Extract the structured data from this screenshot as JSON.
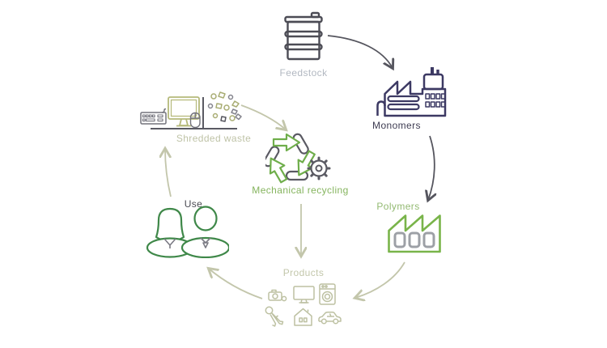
{
  "diagram": {
    "type": "circular-process-flow",
    "subject": "plastics mechanical recycling loop",
    "nodes": {
      "feedstock": {
        "label": "Feedstock",
        "icon": "oil-drum-icon",
        "label_color": "#b2b8c1"
      },
      "monomers": {
        "label": "Monomers",
        "icon": "factory-icon",
        "label_color": "#3e3c52"
      },
      "polymers": {
        "label": "Polymers",
        "icon": "factory-icon",
        "label_color": "#93ba72"
      },
      "products": {
        "label": "Products",
        "icon": "product-set-icons",
        "label_color": "#c3c7ab"
      },
      "use": {
        "label": "Use",
        "icon": "people-icon",
        "label_color": "#4a4a52"
      },
      "shredded_waste": {
        "label": "Shredded waste",
        "icon": "workstation-shred-icon",
        "label_color": "#bfc3a7"
      },
      "mechanical_recycling": {
        "label": "Mechanical recycling",
        "icon": "recycle-gear-icon",
        "label_color": "#85b45e"
      }
    },
    "product_items": [
      "camera",
      "tv-monitor",
      "washing-machine",
      "keys",
      "house",
      "car"
    ],
    "edges": [
      {
        "from": "feedstock",
        "to": "monomers",
        "style": "dark"
      },
      {
        "from": "monomers",
        "to": "polymers",
        "style": "dark"
      },
      {
        "from": "polymers",
        "to": "products",
        "style": "light"
      },
      {
        "from": "products",
        "to": "use",
        "style": "light"
      },
      {
        "from": "use",
        "to": "shredded_waste",
        "style": "light"
      },
      {
        "from": "shredded_waste",
        "to": "mechanical_recycling",
        "style": "light"
      },
      {
        "from": "mechanical_recycling",
        "to": "products",
        "style": "light"
      }
    ],
    "colors": {
      "background": "#ffffff",
      "dark_gray": "#55555e",
      "navy": "#3c3963",
      "bright_green": "#79b44a",
      "dark_green": "#3f8849",
      "olive": "#b5b97a",
      "sage": "#c3c6ab",
      "window_gray": "#9da0a6",
      "light_gray_blue": "#b2b8c1"
    }
  }
}
